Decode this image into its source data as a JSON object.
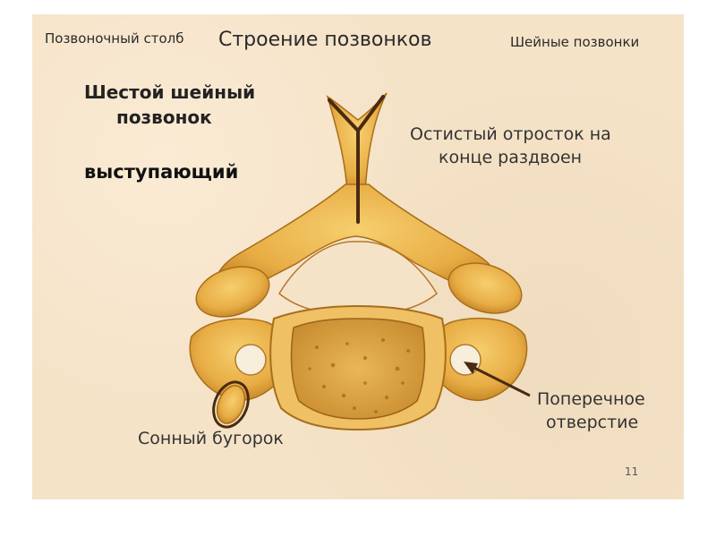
{
  "slide": {
    "top_left": "Позвоночный столб",
    "title": "Строение позвонков",
    "top_right": "Шейные позвонки",
    "heading_line1": "Шестой шейный",
    "heading_line2": "позвонок",
    "emphasis": "выступающий",
    "label_spinous_line1": "Остистый отросток на",
    "label_spinous_line2": "конце  раздвоен",
    "label_foramen_line1": "Поперечное",
    "label_foramen_line2": "отверстие",
    "label_carotid": "Сонный бугорок",
    "page_number": "11"
  },
  "colors": {
    "background": "#f5e3c8",
    "bone": "#e8b04a",
    "bone_dark": "#b97a1c",
    "marker": "#4a2a10"
  }
}
